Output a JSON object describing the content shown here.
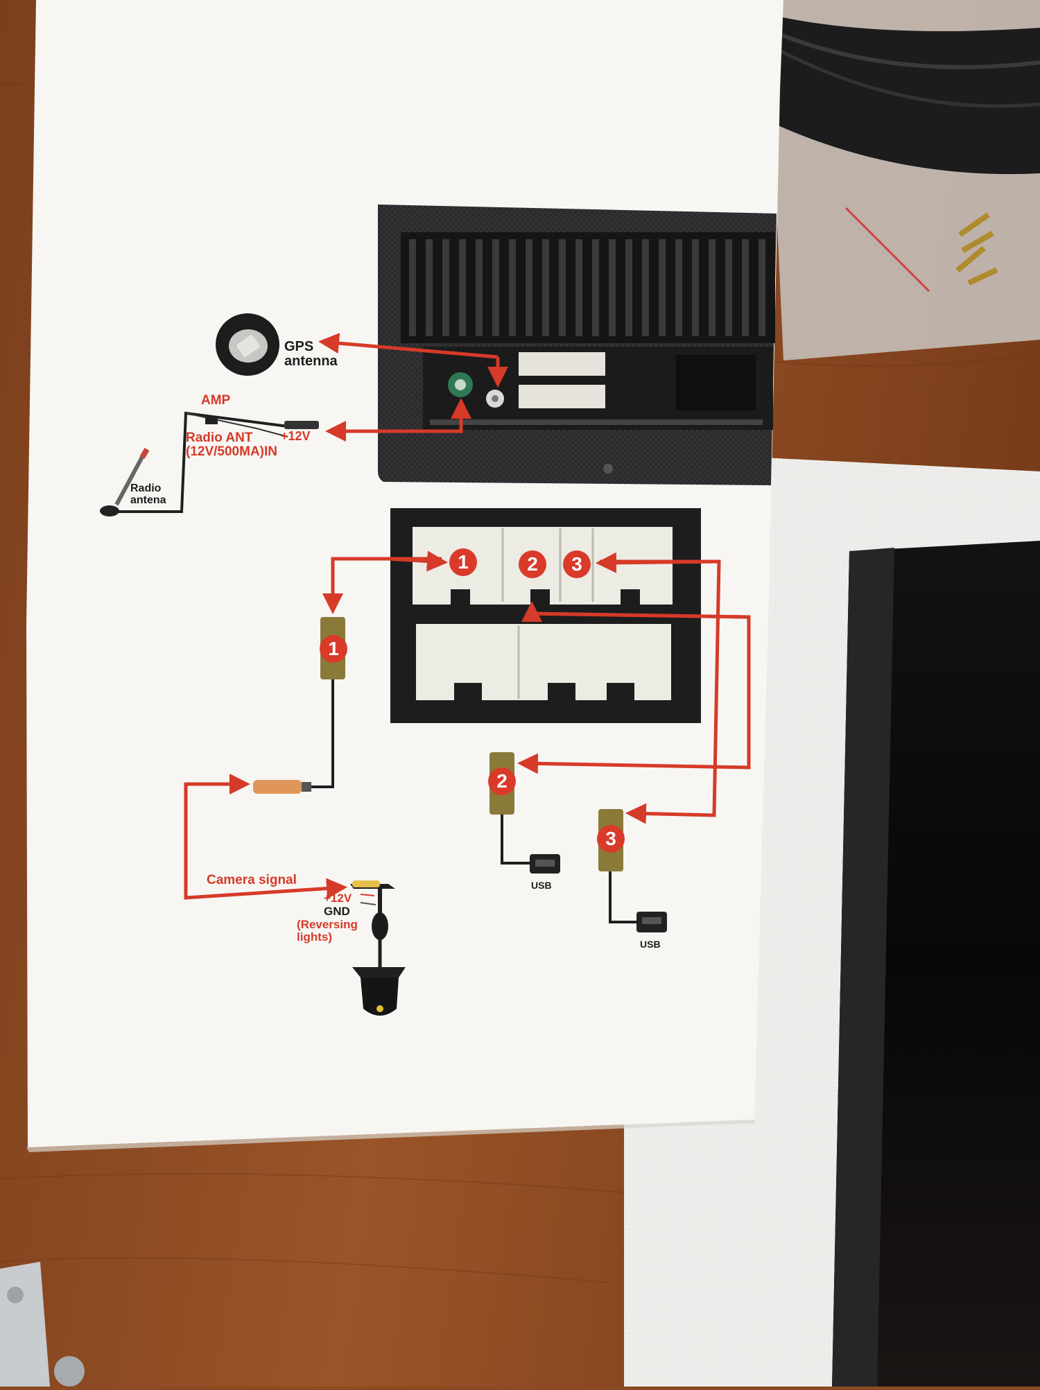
{
  "labels": {
    "gps": "GPS\nantenna",
    "amp": "AMP",
    "radio_ant": "Radio ANT\n(12V/500MA)IN",
    "plus12v_top": "+12V",
    "radio_antenna": "Radio\nantena",
    "camera_signal": "Camera signal",
    "plus12v_cam": "+12V",
    "gnd": "GND",
    "reversing": "(Reversing\nlights)",
    "usb_a": "USB",
    "usb_b": "USB"
  },
  "callouts": [
    "1",
    "2",
    "3"
  ],
  "colors": {
    "wood": "#8a4a22",
    "paper": "#f7f6f3",
    "arrow_red": "#d63a28",
    "unit_dark": "#2a2a2c",
    "connector_white": "#ecebe4",
    "badge_gold": "#8a7a3a",
    "foam": "#efeeec",
    "screen": "#0c0c0e"
  },
  "icons": [
    "gps-antenna-icon",
    "radio-antenna-icon",
    "usb-connector-icon",
    "rca-connector-icon",
    "reversing-camera-icon"
  ]
}
